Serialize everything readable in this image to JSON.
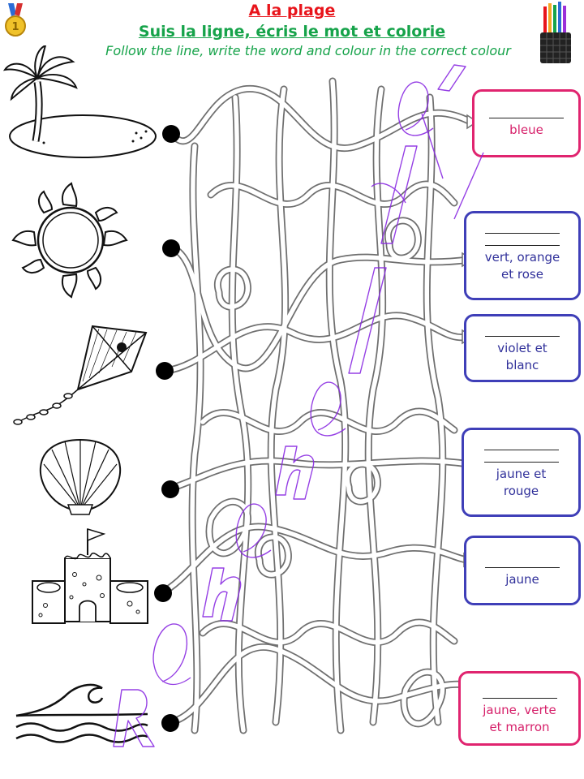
{
  "header": {
    "title": "A la plage",
    "subtitle": "Suis la ligne, écris le mot et colorie",
    "instruction": "Follow the line, write the word and colour in the correct colour"
  },
  "pictures": [
    {
      "name": "palm-island",
      "icon": "palm-tree-island-icon"
    },
    {
      "name": "sun",
      "icon": "sun-icon"
    },
    {
      "name": "kite",
      "icon": "kite-icon"
    },
    {
      "name": "shell",
      "icon": "seashell-icon"
    },
    {
      "name": "sandcastle",
      "icon": "sandcastle-icon"
    },
    {
      "name": "waves",
      "icon": "waves-icon"
    }
  ],
  "answers": [
    {
      "lines": [
        "bleue"
      ],
      "blanks": 1,
      "color": "#e0246f"
    },
    {
      "lines": [
        "vert, orange",
        "et rose"
      ],
      "blanks": 2,
      "color": "#3f3fb8"
    },
    {
      "lines": [
        "violet et",
        "blanc"
      ],
      "blanks": 1,
      "color": "#3f3fb8"
    },
    {
      "lines": [
        "jaune et",
        "rouge"
      ],
      "blanks": 2,
      "color": "#3f3fb8"
    },
    {
      "lines": [
        "jaune"
      ],
      "blanks": 1,
      "color": "#3f3fb8"
    },
    {
      "lines": [
        "jaune, verte",
        "et marron"
      ],
      "blanks": 1,
      "color": "#e0246f"
    }
  ],
  "colors": {
    "title": "#e8141b",
    "subtitle": "#16a34a",
    "watermark": "#8a2be2"
  }
}
